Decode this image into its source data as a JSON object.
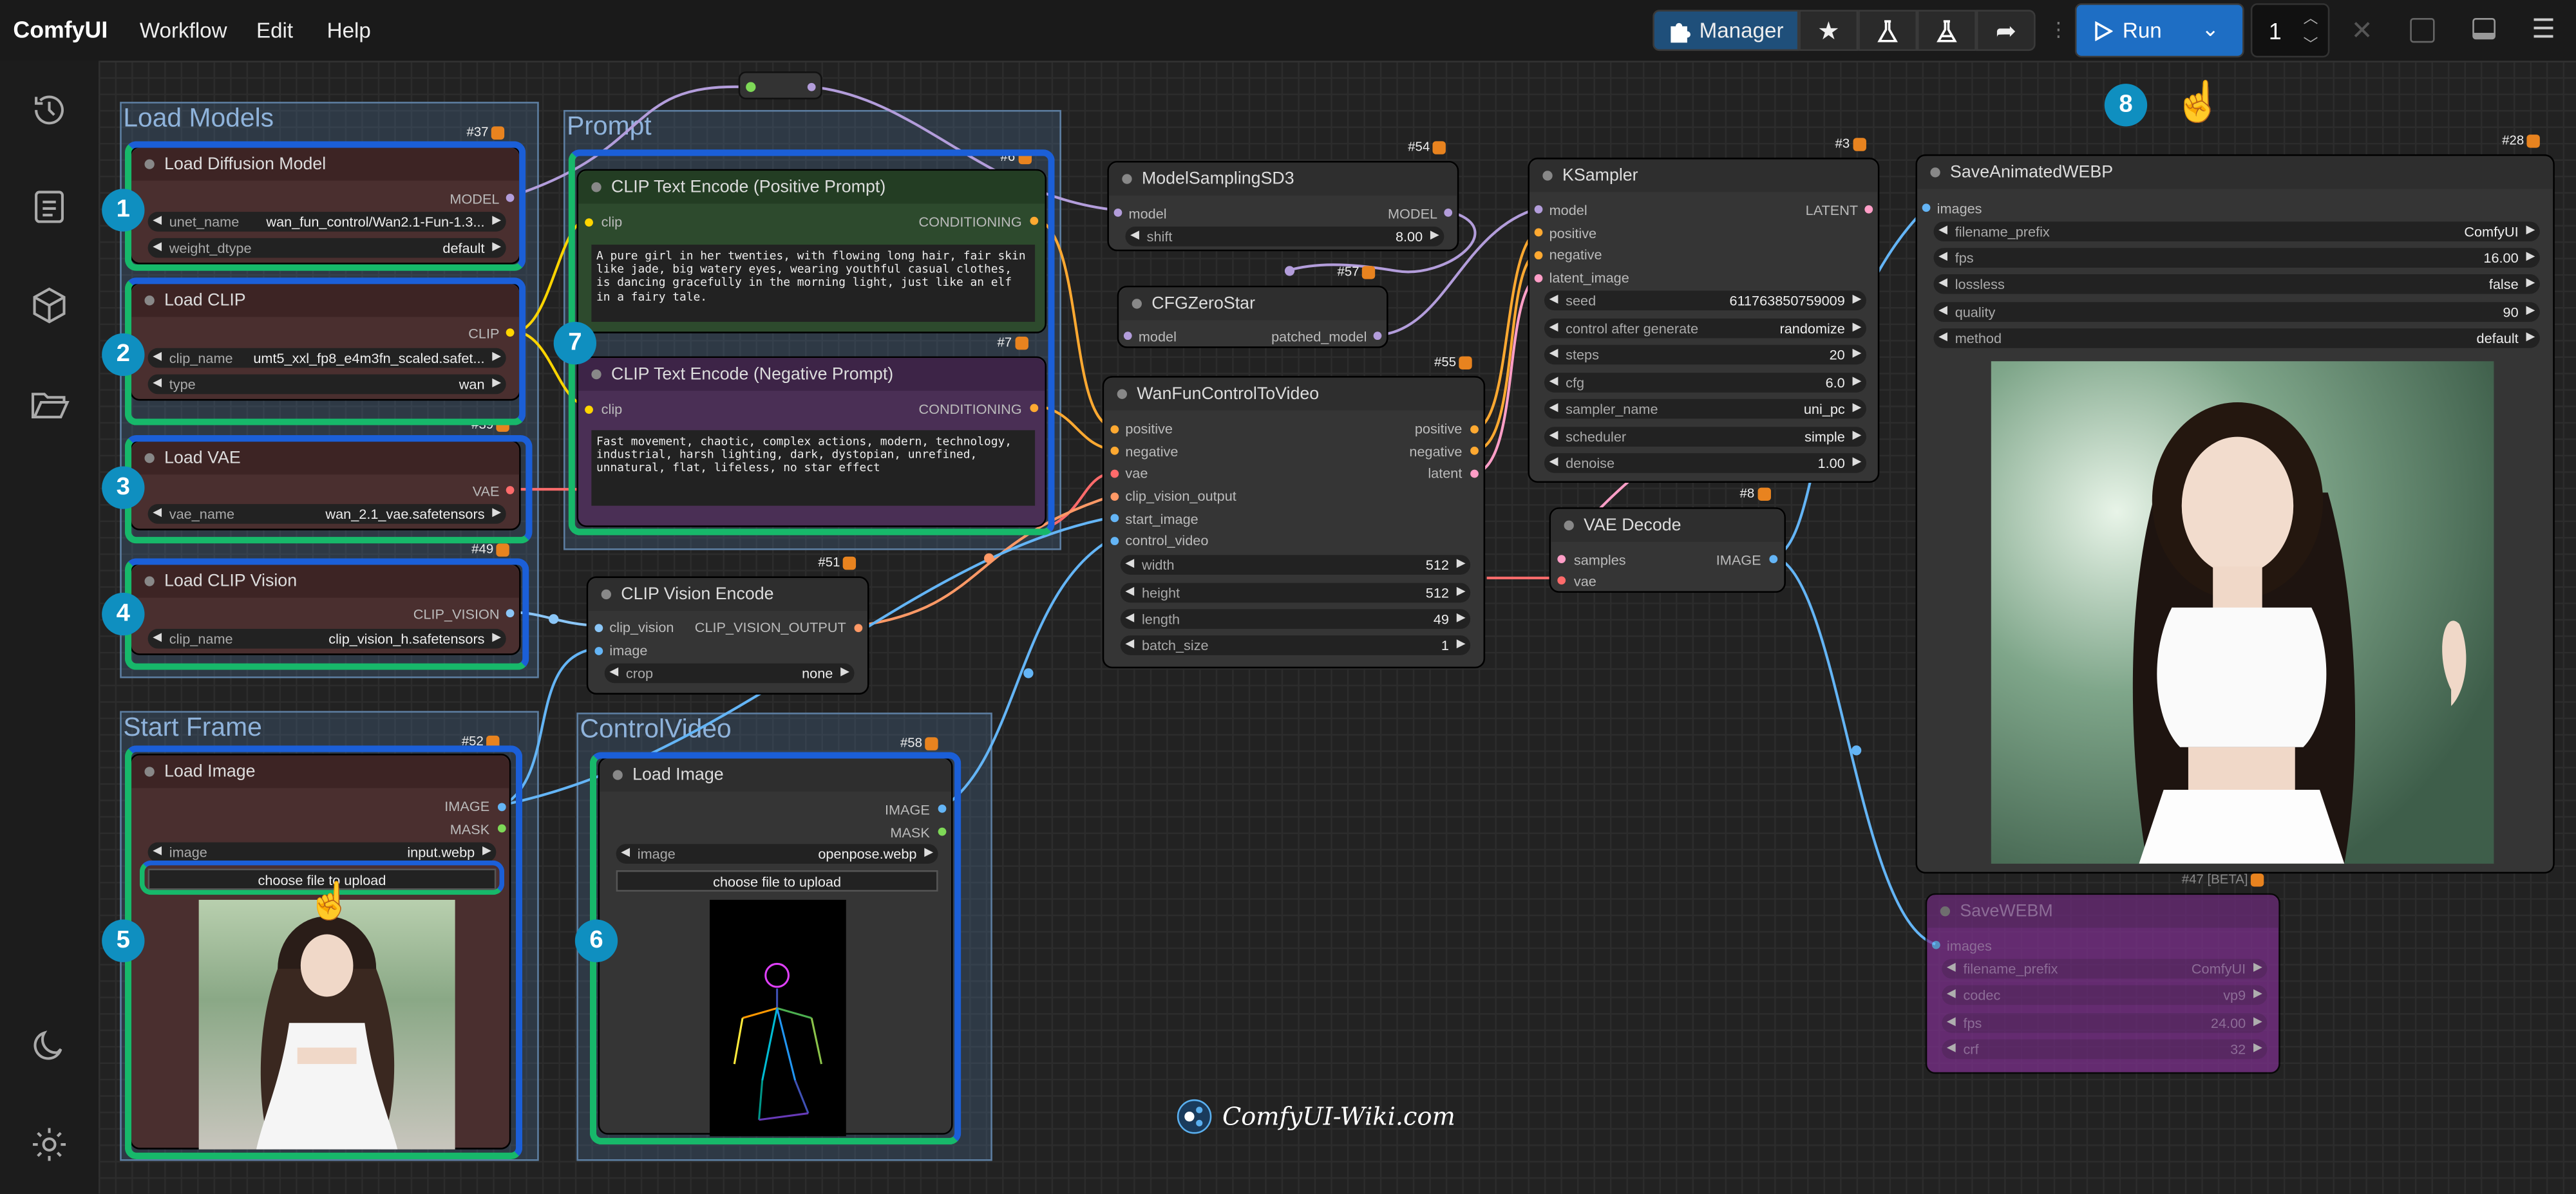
{
  "topbar": {
    "brand": "ComfyUI",
    "menu": [
      "Workflow",
      "Edit",
      "Help"
    ],
    "manager_label": "Manager",
    "run_label": "Run",
    "queue_count": "1"
  },
  "groups": {
    "load_models": "Load Models",
    "prompt": "Prompt",
    "start_frame": "Start Frame",
    "control_video": "ControlVideo"
  },
  "nodes": {
    "load_diffusion_model": {
      "id": "#37",
      "title": "Load Diffusion Model",
      "output": "MODEL",
      "unet_name_label": "unet_name",
      "unet_name": "wan_fun_control/Wan2.1-Fun-1.3...",
      "weight_dtype_label": "weight_dtype",
      "weight_dtype": "default"
    },
    "load_clip": {
      "id": "#39",
      "title": "Load CLIP",
      "output": "CLIP",
      "clip_name_label": "clip_name",
      "clip_name": "umt5_xxl_fp8_e4m3fn_scaled.safet...",
      "type_label": "type",
      "type": "wan"
    },
    "load_vae": {
      "title": "Load VAE",
      "output": "VAE",
      "vae_name_label": "vae_name",
      "vae_name": "wan_2.1_vae.safetensors"
    },
    "load_clip_vision": {
      "id": "#49",
      "title": "Load CLIP Vision",
      "output": "CLIP_VISION",
      "clip_name_label": "clip_name",
      "clip_name": "clip_vision_h.safetensors"
    },
    "clip_pos": {
      "id": "#6",
      "title": "CLIP Text Encode (Positive Prompt)",
      "input": "clip",
      "output": "CONDITIONING",
      "text": "A pure girl in her twenties, with flowing long hair, fair skin like jade, big watery eyes, wearing youthful casual clothes, is dancing gracefully in the morning light, just like an elf in a fairy tale."
    },
    "clip_neg": {
      "id": "#7",
      "title": "CLIP Text Encode (Negative Prompt)",
      "input": "clip",
      "output": "CONDITIONING",
      "text": "Fast movement, chaotic, complex actions, modern, technology, industrial, harsh lighting, dark, dystopian, unrefined, unnatural, flat, lifeless, no star effect"
    },
    "clip_vision_encode": {
      "id": "#51",
      "title": "CLIP Vision Encode",
      "in1": "clip_vision",
      "in2": "image",
      "output": "CLIP_VISION_OUTPUT",
      "crop_label": "crop",
      "crop": "none"
    },
    "load_image_start": {
      "id": "#52",
      "title": "Load Image",
      "out1": "IMAGE",
      "out2": "MASK",
      "image_label": "image",
      "image": "input.webp",
      "upload": "choose file to upload"
    },
    "load_image_control": {
      "id": "#58",
      "title": "Load Image",
      "out1": "IMAGE",
      "out2": "MASK",
      "image_label": "image",
      "image": "openpose.webp",
      "upload": "choose file to upload"
    },
    "model_sampling": {
      "id": "#54",
      "title": "ModelSamplingSD3",
      "input": "model",
      "output": "MODEL",
      "shift_label": "shift",
      "shift": "8.00"
    },
    "cfg_zero_star": {
      "id": "#57",
      "title": "CFGZeroStar",
      "input": "model",
      "output": "patched_model"
    },
    "wan_fun": {
      "id": "#55",
      "title": "WanFunControlToVideo",
      "inputs": [
        "positive",
        "negative",
        "vae",
        "clip_vision_output",
        "start_image",
        "control_video"
      ],
      "outputs": [
        "positive",
        "negative",
        "latent"
      ],
      "widgets": [
        {
          "label": "width",
          "value": "512"
        },
        {
          "label": "height",
          "value": "512"
        },
        {
          "label": "length",
          "value": "49"
        },
        {
          "label": "batch_size",
          "value": "1"
        }
      ]
    },
    "ksampler": {
      "id": "#3",
      "title": "KSampler",
      "inputs": [
        "model",
        "positive",
        "negative",
        "latent_image"
      ],
      "output": "LATENT",
      "widgets": [
        {
          "label": "seed",
          "value": "611763850759009"
        },
        {
          "label": "control after generate",
          "value": "randomize"
        },
        {
          "label": "steps",
          "value": "20"
        },
        {
          "label": "cfg",
          "value": "6.0"
        },
        {
          "label": "sampler_name",
          "value": "uni_pc"
        },
        {
          "label": "scheduler",
          "value": "simple"
        },
        {
          "label": "denoise",
          "value": "1.00"
        }
      ]
    },
    "vae_decode": {
      "id": "#8",
      "title": "VAE Decode",
      "in1": "samples",
      "in2": "vae",
      "output": "IMAGE"
    },
    "save_webp": {
      "id": "#28",
      "title": "SaveAnimatedWEBP",
      "input": "images",
      "widgets": [
        {
          "label": "filename_prefix",
          "value": "ComfyUI"
        },
        {
          "label": "fps",
          "value": "16.00"
        },
        {
          "label": "lossless",
          "value": "false"
        },
        {
          "label": "quality",
          "value": "90"
        },
        {
          "label": "method",
          "value": "default"
        }
      ]
    },
    "save_webm": {
      "id": "#47 [BETA]",
      "title": "SaveWEBM",
      "input": "images",
      "widgets": [
        {
          "label": "filename_prefix",
          "value": "ComfyUI"
        },
        {
          "label": "codec",
          "value": "vp9"
        },
        {
          "label": "fps",
          "value": "24.00"
        },
        {
          "label": "crf",
          "value": "32"
        }
      ]
    }
  },
  "badges": [
    "1",
    "2",
    "3",
    "4",
    "5",
    "6",
    "7",
    "8"
  ],
  "watermark": "ComfyUI-Wiki.com",
  "colors": {
    "accent": "#1e6ec4",
    "highlight_blue": "#1b5fd8",
    "highlight_green": "#17b86a",
    "badge": "#0f8fc0"
  }
}
